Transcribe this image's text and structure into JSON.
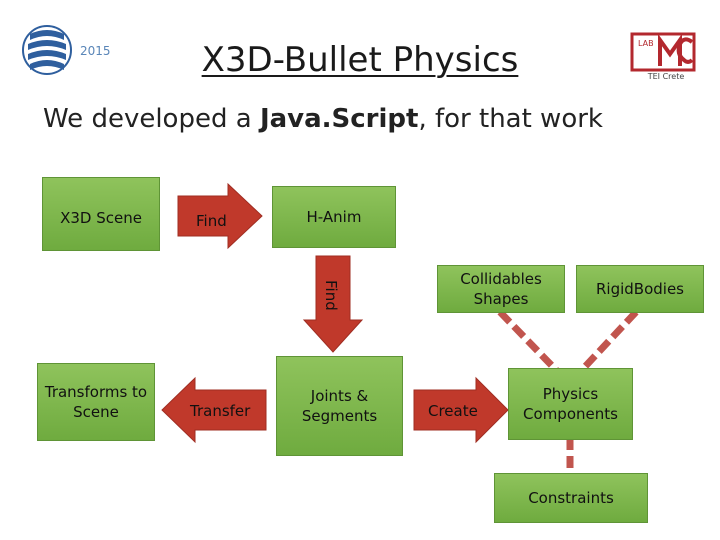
{
  "header": {
    "year": "2015",
    "title": "X3D-Bullet Physics",
    "org_label": "TEI Crete",
    "org_logo_text": "LAB"
  },
  "subtitle": {
    "prefix": "We developed a ",
    "emphasis": "Java.Script",
    "suffix": ", for that work"
  },
  "nodes": {
    "x3d_scene": "X3D Scene",
    "h_anim": "H-Anim",
    "collidables": "Collidables Shapes",
    "rigid_bodies": "RigidBodies",
    "transforms": "Transforms to Scene",
    "joints": "Joints & Segments",
    "physics": "Physics Components",
    "constraints": "Constraints"
  },
  "arrows": {
    "find_right": "Find",
    "find_down": "Find",
    "transfer": "Transfer",
    "create": "Create"
  },
  "colors": {
    "node_fill": "#7cb64a",
    "arrow_fill": "#c0392b",
    "dashed_connector": "#c1554e",
    "title_text": "#1a1a1a",
    "year_text": "#5a86b8",
    "logo_left": "#2f5f9e",
    "logo_right": "#b3282e"
  },
  "icons": {
    "left_logo": "stacked-waves-logo",
    "right_logo": "lab-mc-logo"
  }
}
